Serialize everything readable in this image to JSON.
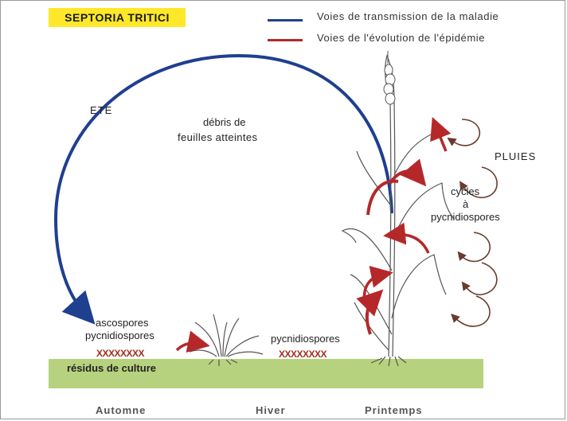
{
  "title": "SEPTORIA TRITICI",
  "legend": [
    {
      "label": "Voies de transmission de la maladie",
      "color": "#1f3f8f"
    },
    {
      "label": "Voies de l'évolution de l'épidémie",
      "color": "#b5282a"
    }
  ],
  "labels": {
    "ete": "ETE",
    "debris_line1": "débris de",
    "debris_line2": "feuilles atteintes",
    "pluies": "PLUIES",
    "cycles_line1": "cycles",
    "cycles_line2": "à",
    "cycles_line3": "pycnidiospores",
    "ascospores": "ascospores",
    "pycnidiospores_left": "pycnidiospores",
    "pycnidiospores_mid": "pycnidiospores",
    "xmarks_left": "XXXXXXXX",
    "xmarks_mid": "XXXXXXXX",
    "residus": "résidus de culture"
  },
  "seasons": [
    "Automne",
    "Hiver",
    "Printemps"
  ],
  "colors": {
    "blue": "#1f3f8f",
    "red": "#b5282a",
    "brown": "#6b3a2e",
    "ground": "#b7d27e",
    "title_bg": "#ffe82a"
  }
}
